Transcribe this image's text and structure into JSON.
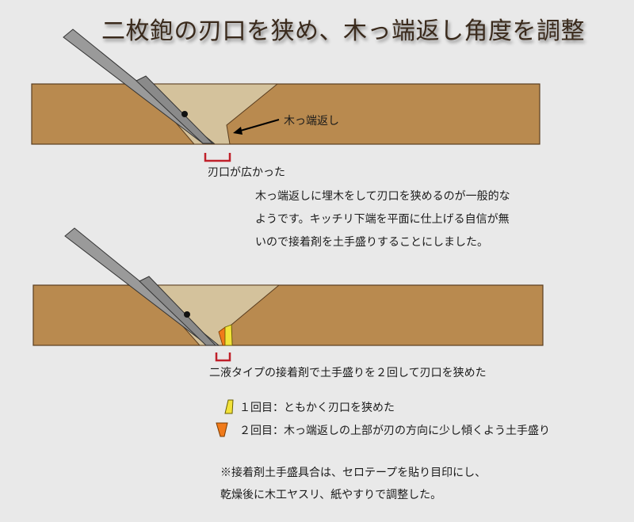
{
  "title": "二枚鉋の刃口を狭め、木っ端返し角度を調整",
  "diagram1": {
    "pointer_label": "木っ端返し",
    "caption": "刃口が広かった"
  },
  "explanation": [
    "木っ端返しに埋木をして刃口を狭めるのが一般的な",
    "ようです。キッチリ下端を平面に仕上げる自信が無",
    "いので接着剤を土手盛りすることにしました。"
  ],
  "diagram2": {
    "caption": "二液タイプの接着剤で土手盛りを２回して刃口を狭めた"
  },
  "legend": [
    {
      "label": "１回目：ともかく刃口を狭めた",
      "color": "#f2e23a"
    },
    {
      "label": "２回目：木っ端返しの上部が刃の方向に少し傾くよう土手盛り",
      "color": "#f07a1a"
    }
  ],
  "note": [
    "※接着剤土手盛具合は、セロテープを貼り目印にし、",
    "乾燥後に木工ヤスリ、紙やすりで調整した。"
  ],
  "colors": {
    "background": "#e9e9e9",
    "wood": "#b98a4f",
    "throat": "#d4c29c",
    "blade": "#9a9a9a",
    "marker": "#c0202a",
    "fill_first": "#f2e23a",
    "fill_second": "#f07a1a"
  }
}
